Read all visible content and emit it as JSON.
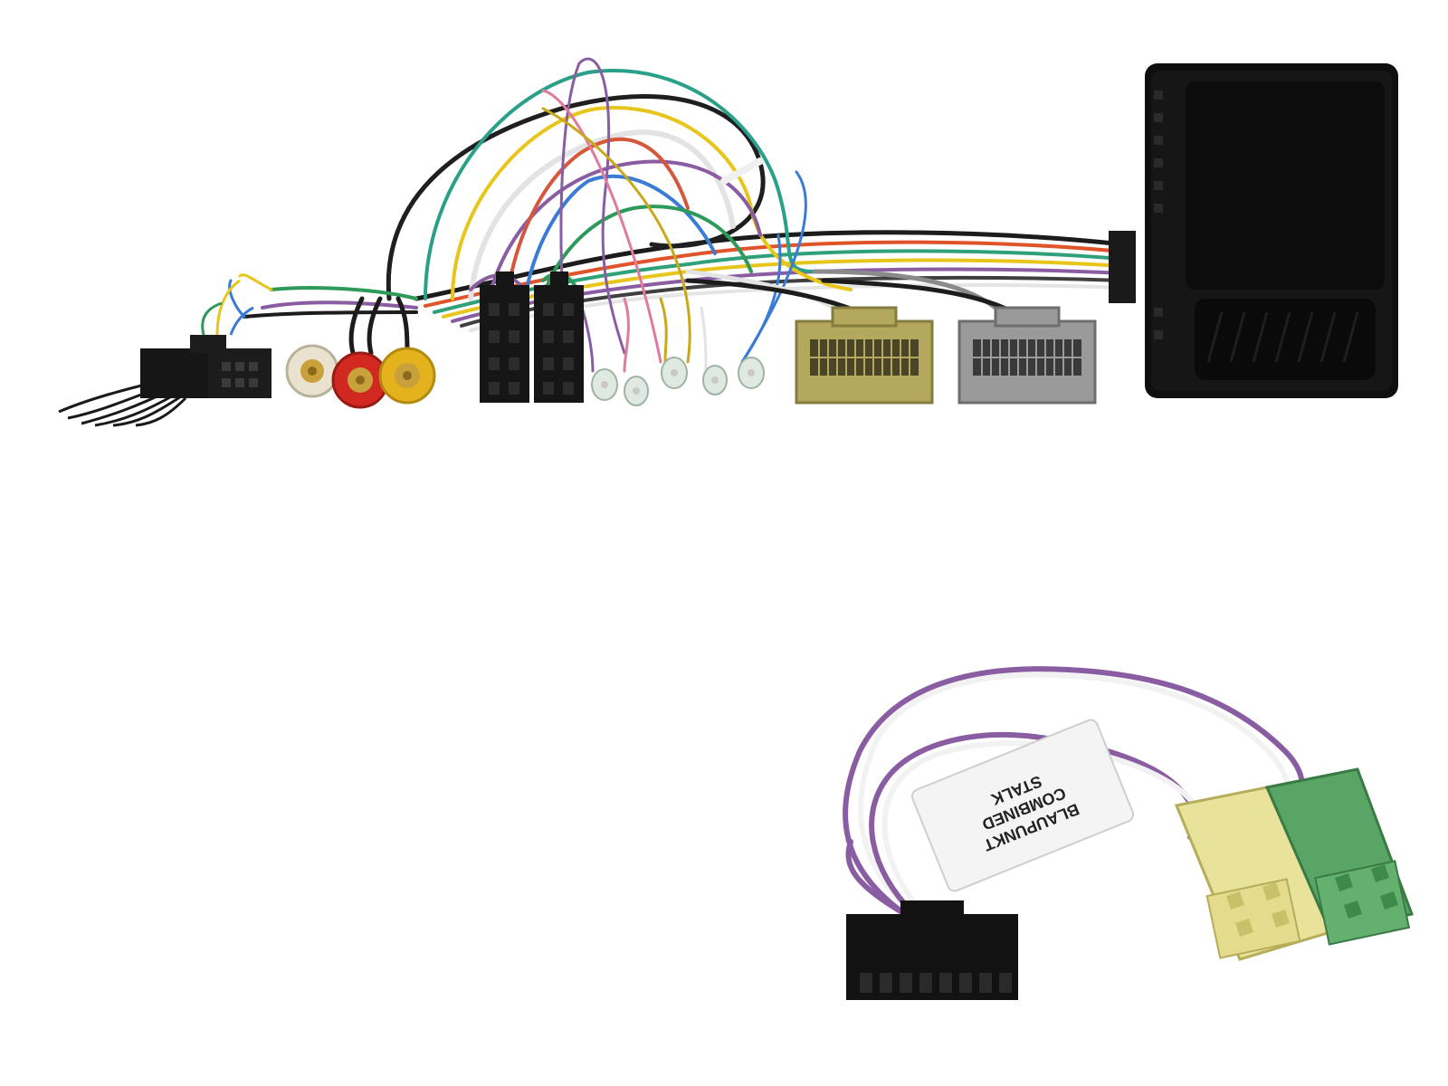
{
  "product": {
    "label_lines": [
      "BLAUPUNKT",
      "COMBINED",
      "STALK"
    ]
  },
  "colors": {
    "background": "#ffffff",
    "module_body": "#101010",
    "connector_black": "#1a1a1a",
    "connector_olive": "#b4a85e",
    "connector_grey": "#9a9a9a",
    "connector_yellow": "#e9e29b",
    "connector_green": "#58a565",
    "rca_red": "#d1281f",
    "rca_yellow": "#e3b21c",
    "rca_white": "#e8e2cf",
    "wire_purple": "#8a5da3",
    "label_white": "#f4f4f4"
  },
  "icons": [
    "interface-module",
    "iso-connector",
    "rca-plugs",
    "mini-iso-connector",
    "ribbon-harness-connector"
  ]
}
